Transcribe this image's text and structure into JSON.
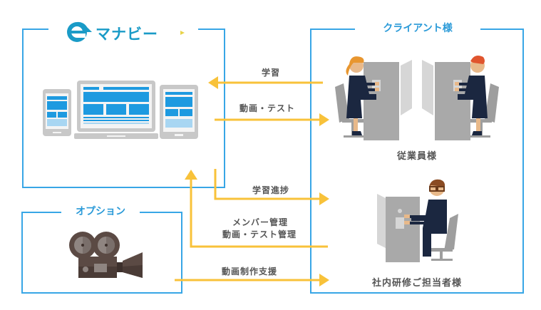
{
  "brand": {
    "logo_letter": "e",
    "name": "マナビー"
  },
  "boxes": {
    "service": {
      "title": "マナビー"
    },
    "client": {
      "title": "クライアント様"
    },
    "option": {
      "title": "オプション"
    }
  },
  "flows": {
    "learning": "学習",
    "video_test": "動画・テスト",
    "progress": "学習進捗",
    "management_line1": "メンバー管理",
    "management_line2": "動画・テスト管理",
    "video_production": "動画制作支援"
  },
  "roles": {
    "employees": "従業員様",
    "training_manager": "社内研修ご担当者様"
  },
  "colors": {
    "box_border": "#38a6e6",
    "title_text": "#2a9ad8",
    "arrow": "#f8c23a",
    "label_text": "#555555"
  }
}
